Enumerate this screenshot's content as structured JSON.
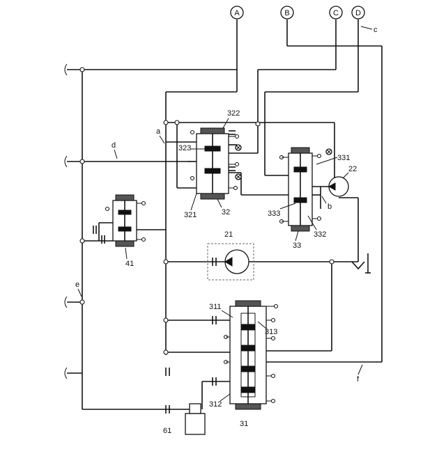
{
  "ports": [
    "A",
    "B",
    "C",
    "D"
  ],
  "lines": {
    "a": "a",
    "c": "c",
    "d": "d",
    "e": "e",
    "f": "f",
    "b": "b"
  },
  "parts": {
    "p21": "21",
    "p22": "22",
    "p31": "31",
    "p311": "311",
    "p312": "312",
    "p313": "313",
    "p32": "32",
    "p321": "321",
    "p322": "322",
    "p323": "323",
    "p33": "33",
    "p331": "331",
    "p332": "332",
    "p333": "333",
    "p41": "41",
    "p61": "61"
  }
}
